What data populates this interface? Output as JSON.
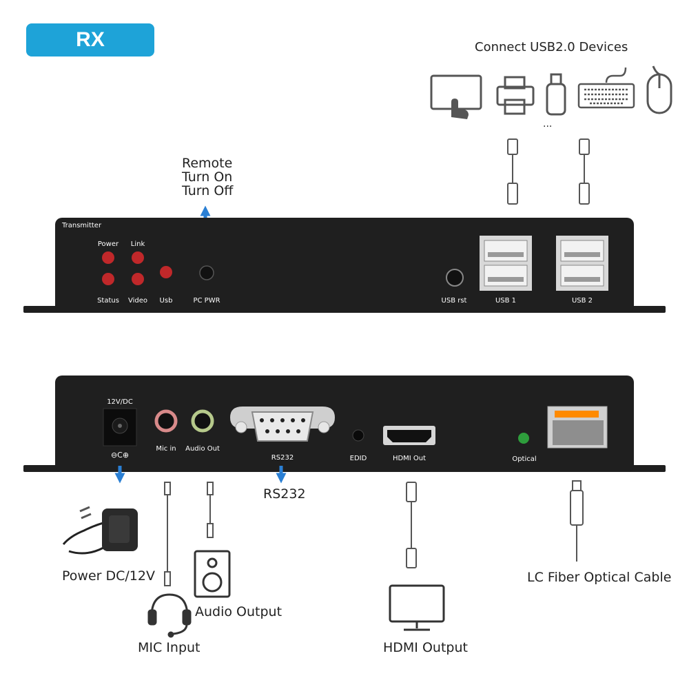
{
  "badge": "RX",
  "top_devices": {
    "label": "Connect USB2.0 Devices",
    "ellipsis": "...",
    "icons": [
      "tablet-icon",
      "printer-icon",
      "usb-drive-icon",
      "keyboard-icon",
      "mouse-icon"
    ]
  },
  "remote": [
    "Remote",
    "Turn On",
    "Turn Off"
  ],
  "front_panel": {
    "title": "Transmitter",
    "leds": {
      "power": "Power",
      "link": "Link",
      "status": "Status",
      "video": "Video",
      "usb": "Usb"
    },
    "pc_pwr": "PC PWR",
    "usb_rst": "USB rst",
    "usb1": "USB  1",
    "usb2": "USB  2"
  },
  "rear_panel": {
    "dc_label": "12V/DC",
    "polarity": "⊖C⊕",
    "mic_in": "Mic in",
    "audio_out": "Audio Out",
    "rs232": "RS232",
    "edid": "EDID",
    "hdmi_out": "HDMI Out",
    "optical": "Optical"
  },
  "connections": {
    "rs232": "RS232",
    "power": "Power DC/12V",
    "audio_output": "Audio Output",
    "mic_input": "MIC Input",
    "hdmi_output": "HDMI Output",
    "fiber": "LC Fiber Optical Cable"
  },
  "colors": {
    "accent": "#1ea3d8",
    "arrow": "#2a7fd4",
    "device": "#1f1f1f",
    "led_red": "#c0282a",
    "led_green": "#2e9d3c",
    "sfp_orange": "#ff8a00"
  }
}
